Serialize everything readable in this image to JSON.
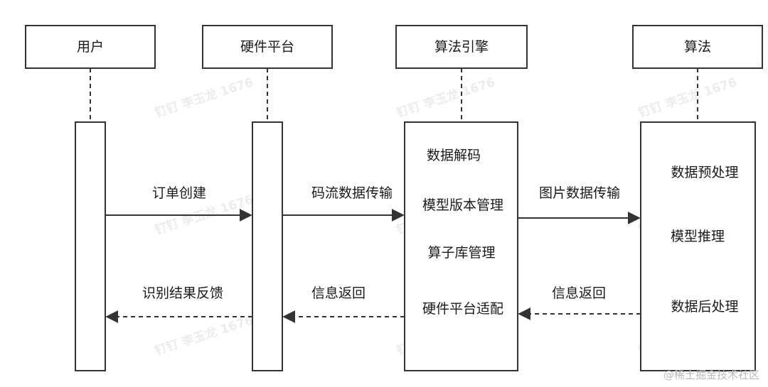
{
  "participants": {
    "user": "用户",
    "hardware": "硬件平台",
    "engine": "算法引擎",
    "algorithm": "算法"
  },
  "engine_steps": [
    "数据解码",
    "模型版本管理",
    "算子库管理",
    "硬件平台适配"
  ],
  "algorithm_steps": [
    "数据预处理",
    "模型推理",
    "数据后处理"
  ],
  "messages": {
    "order_create": "订单创建",
    "stream_transfer": "码流数据传输",
    "image_transfer": "图片数据传输",
    "result_feedback": "识别结果反馈",
    "info_return_1": "信息返回",
    "info_return_2": "信息返回"
  },
  "watermark": "钉钉 李玉龙 1676",
  "credit": "@稀土掘金技术社区",
  "colors": {
    "stroke": "#333333",
    "text": "#1a1a1a",
    "watermark": "#ececec"
  }
}
